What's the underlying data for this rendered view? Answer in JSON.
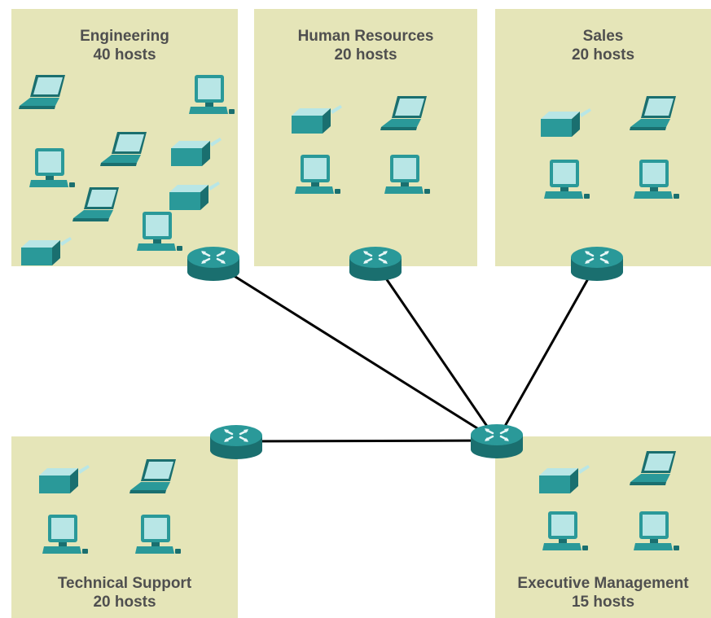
{
  "colors": {
    "zone_fill": "#e5e5b8",
    "device_teal": "#2a9999",
    "device_dark": "#1a6f6f",
    "screen_light": "#b8e6e6",
    "link_color": "#000000",
    "label_color": "#4f4f4f"
  },
  "zones": {
    "engineering": {
      "name": "Engineering",
      "hosts": "40 hosts",
      "devices": [
        "laptop-icon",
        "desktop-computer-icon",
        "desktop-computer-icon",
        "laptop-icon",
        "printer-icon",
        "laptop-icon",
        "printer-icon",
        "printer-icon",
        "desktop-computer-icon"
      ]
    },
    "human_resources": {
      "name": "Human Resources",
      "hosts": "20 hosts",
      "devices": [
        "printer-icon",
        "laptop-icon",
        "desktop-computer-icon",
        "desktop-computer-icon"
      ]
    },
    "sales": {
      "name": "Sales",
      "hosts": "20 hosts",
      "devices": [
        "printer-icon",
        "laptop-icon",
        "desktop-computer-icon",
        "desktop-computer-icon"
      ]
    },
    "technical_support": {
      "name": "Technical Support",
      "hosts": "20 hosts",
      "devices": [
        "printer-icon",
        "laptop-icon",
        "desktop-computer-icon",
        "desktop-computer-icon"
      ]
    },
    "executive_management": {
      "name": "Executive Management",
      "hosts": "15 hosts",
      "devices": [
        "printer-icon",
        "laptop-icon",
        "desktop-computer-icon",
        "desktop-computer-icon"
      ]
    }
  },
  "routers": [
    "engineering",
    "human_resources",
    "sales",
    "technical_support",
    "central"
  ],
  "links": [
    [
      "central",
      "engineering"
    ],
    [
      "central",
      "human_resources"
    ],
    [
      "central",
      "sales"
    ],
    [
      "central",
      "technical_support"
    ]
  ]
}
